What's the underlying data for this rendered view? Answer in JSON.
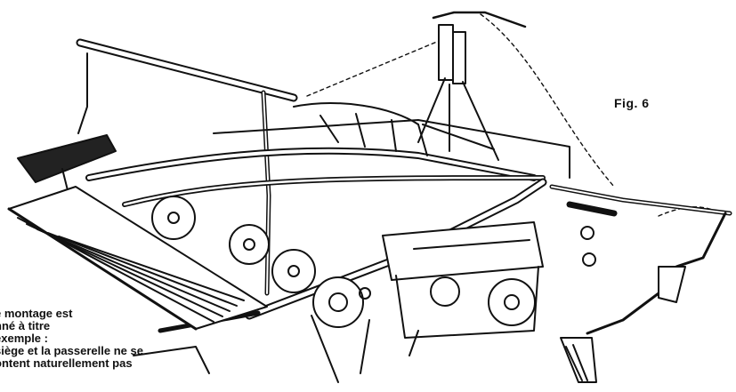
{
  "figure": {
    "label": "Fig. 6",
    "subject": "mounted seed drill with operator seat and rear walkway platform, line illustration"
  },
  "caption": {
    "lines": [
      "e montage est",
      "nné à titre",
      "exemple :",
      "siège et la passerelle ne se",
      "ontent  naturellement  pas"
    ]
  }
}
